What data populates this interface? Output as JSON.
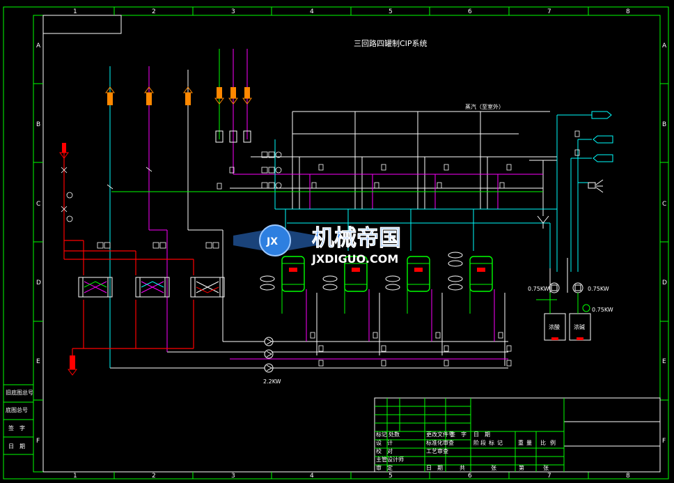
{
  "drawing": {
    "title": "三回路四罐制CIP系统",
    "steam_label": "蒸汽（至室外）",
    "power_pump_right_1": "0.75KW",
    "power_pump_right_2": "0.75KW",
    "power_pump_right_3": "0.75KW",
    "power_main_pumps": "2.2KW",
    "tank_acid_label": "浓酸",
    "tank_alkali_label": "浓碱"
  },
  "grid": {
    "columns": [
      "1",
      "2",
      "3",
      "4",
      "5",
      "6",
      "7",
      "8"
    ],
    "rows": [
      "A",
      "B",
      "C",
      "D",
      "E",
      "F"
    ]
  },
  "left_stamps": [
    "旧底图总号",
    "底图总号",
    "签　字",
    "日　期"
  ],
  "title_block": {
    "row_a": [
      "标记",
      "处数",
      "更改文件号",
      "签　字",
      "日　期"
    ],
    "row_b": [
      "设　计",
      "",
      "标准化审查",
      "",
      "阶",
      "段",
      "标",
      "记",
      "重",
      "量",
      "比",
      "例"
    ],
    "row_c": [
      "校　对",
      "",
      "工艺审查"
    ],
    "row_d": [
      "主管设计师"
    ],
    "row_e": [
      "审　定",
      "",
      "日　期",
      "",
      "共",
      "张",
      "第",
      "张"
    ]
  },
  "watermark": {
    "cn": "机械帝国",
    "en": "JXDIGUO.COM",
    "badge": "JX"
  },
  "colors": {
    "frame": "#00ff00",
    "white_line": "#ffffff",
    "magenta_line": "#ff00ff",
    "cyan_line": "#00ffff",
    "red_line": "#ff0000",
    "orange_tag": "#ff8800",
    "watermark_blue": "#2d7fe0"
  }
}
